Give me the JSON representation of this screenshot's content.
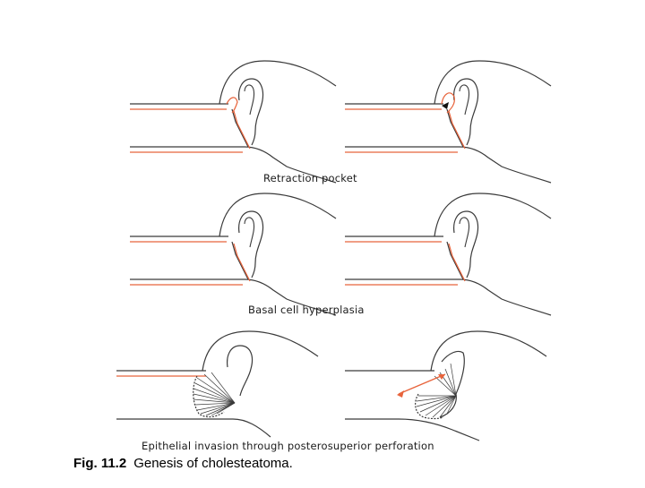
{
  "panels": [
    {
      "caption": "Retraction pocket"
    },
    {
      "caption": "Basal cell hyperplasia"
    },
    {
      "caption": "Epithelial invasion through posterosuperior perforation"
    }
  ],
  "figure": {
    "number": "Fig. 11.2",
    "title": "Genesis of cholesteatoma."
  },
  "colors": {
    "line": "#3a3a3a",
    "epithelium": "#e8643c",
    "hyperplasia": "#f04a1e"
  }
}
